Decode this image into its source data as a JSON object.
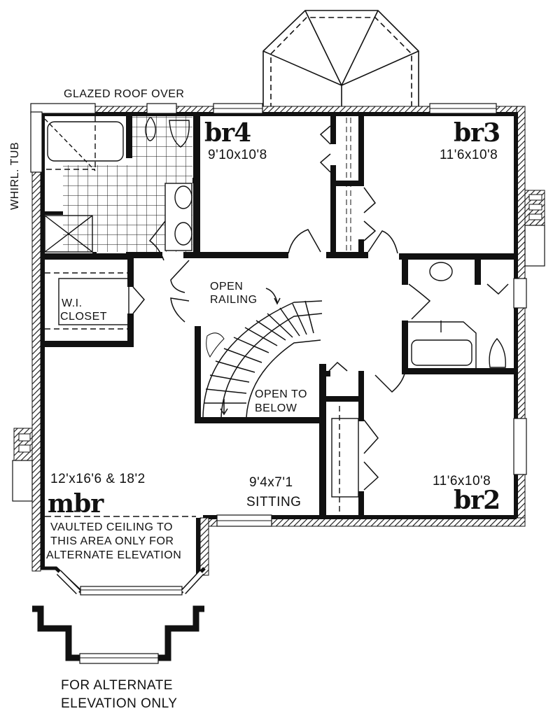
{
  "plan": {
    "type": "second-floor plan",
    "colors": {
      "ink": "#111111",
      "paper": "#ffffff"
    }
  },
  "rooms": {
    "br4": {
      "name": "br4",
      "dimensions": "9'10x10'8"
    },
    "br3": {
      "name": "br3",
      "dimensions": "11'6x10'8"
    },
    "br2": {
      "name": "br2",
      "dimensions": "11'6x10'8"
    },
    "mbr": {
      "name": "mbr",
      "dimensions": "12'x16'6 & 18'2"
    },
    "sitting": {
      "name": "SITTING",
      "dimensions": "9'4x7'1"
    },
    "closet": {
      "line1": "W.I.",
      "line2": "CLOSET"
    }
  },
  "notes": {
    "glazed_roof": "GLAZED ROOF OVER",
    "whirl_tub": "WHIRL. TUB",
    "open_railing_1": "OPEN",
    "open_railing_2": "RAILING",
    "open_below_1": "OPEN TO",
    "open_below_2": "BELOW",
    "vaulted_1": "VAULTED CEILING TO",
    "vaulted_2": "THIS AREA ONLY FOR",
    "vaulted_3": "ALTERNATE ELEVATION",
    "alt_elev_1": "FOR ALTERNATE",
    "alt_elev_2": "ELEVATION  ONLY"
  }
}
